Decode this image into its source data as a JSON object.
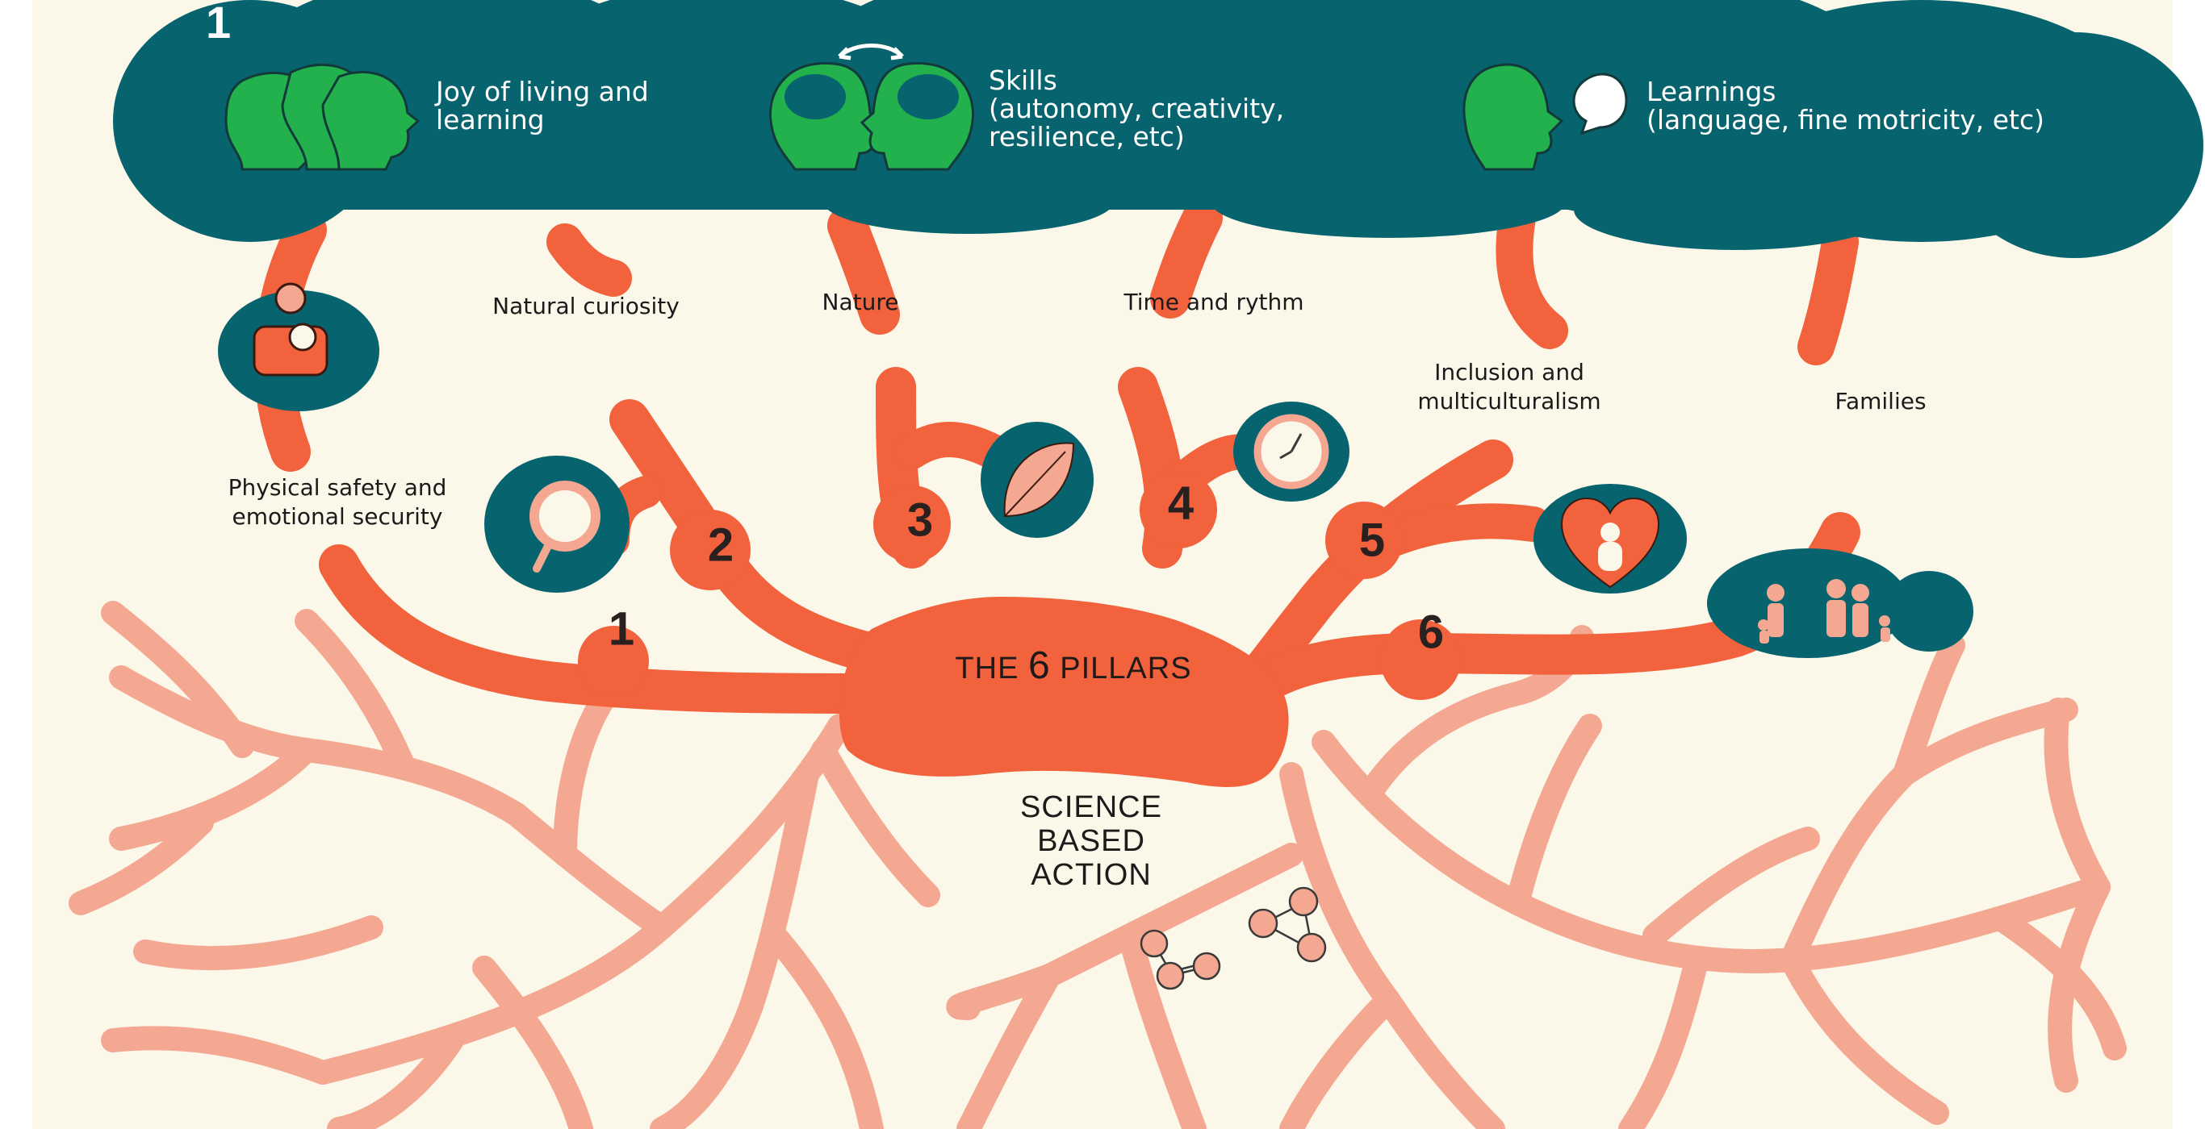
{
  "canopy": {
    "badge": "1",
    "items": [
      {
        "text": "Joy of living and\nlearning",
        "icon": "overlapping-heads-icon"
      },
      {
        "text": "Skills\n(autonomy, creativity,\nresilience, etc)",
        "icon": "two-heads-exchange-icon"
      },
      {
        "text": "Learnings\n(language, fine motricity, etc)",
        "icon": "speaking-head-icon"
      }
    ]
  },
  "branch_labels": {
    "safety": "Physical safety and\nemotional security",
    "curiosity": "Natural curiosity",
    "nature": "Nature",
    "time": "Time and rythm",
    "inclusion": "Inclusion and\nmulticulturalism",
    "families": "Families"
  },
  "pillar_numbers": [
    "1",
    "2",
    "3",
    "4",
    "5",
    "6"
  ],
  "trunk": {
    "pre": "THE ",
    "six": "6",
    "post": " PILLARS"
  },
  "roots": {
    "label": "SCIENCE\nBASED\nACTION"
  },
  "icons": [
    "parent-child-icon",
    "magnifier-icon",
    "leaf-icon",
    "clock-icon",
    "heart-family-icon",
    "family-group-icon",
    "molecule-icon"
  ],
  "colors": {
    "background": "#fbf8ea",
    "canopy": "#07636e",
    "branch": "#f1623d",
    "root": "#f4a892",
    "head": "#22b14c"
  }
}
